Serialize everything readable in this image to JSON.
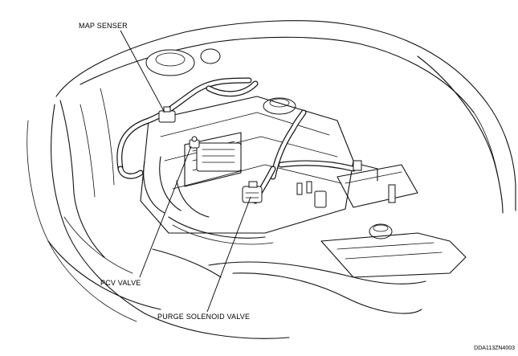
{
  "labels": {
    "map_sensor": "MAP SENSER",
    "pcv_valve": "PCV VALVE",
    "purge_solenoid_valve": "PURGE SOLENOID VALVE"
  },
  "figure_code": "DDA113ZN4003"
}
